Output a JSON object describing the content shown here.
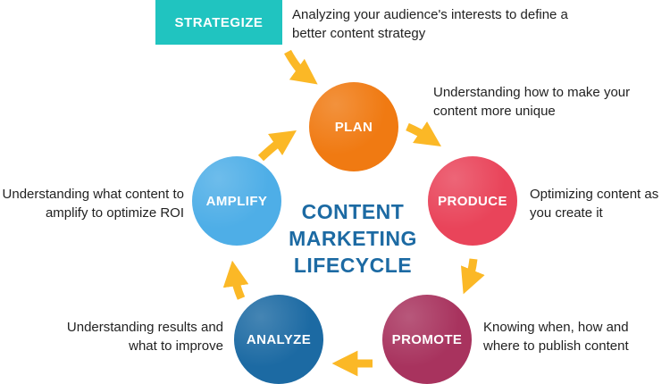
{
  "center": {
    "line1": "CONTENT",
    "line2": "MARKETING",
    "line3": "LIFECYCLE"
  },
  "strategize": {
    "label": "STRATEGIZE",
    "description": "Analyzing your audience's interests to define a better content strategy"
  },
  "stages": {
    "plan": {
      "label": "PLAN",
      "description": "Understanding how to make your content more unique"
    },
    "produce": {
      "label": "PRODUCE",
      "description": "Optimizing content as you create it"
    },
    "promote": {
      "label": "PROMOTE",
      "description": "Knowing when, how and where to publish content"
    },
    "analyze": {
      "label": "ANALYZE",
      "description": "Understanding results and what to improve"
    },
    "amplify": {
      "label": "AMPLIFY",
      "description": "Understanding what content to amplify to optimize ROI"
    }
  },
  "colors": {
    "strategize": "#20c4c0",
    "plan": "#f07a12",
    "produce": "#e9445a",
    "promote": "#a8335e",
    "analyze": "#1c6aa3",
    "amplify": "#4eaee7",
    "arrow": "#fbb826",
    "title": "#1c6aa3"
  }
}
